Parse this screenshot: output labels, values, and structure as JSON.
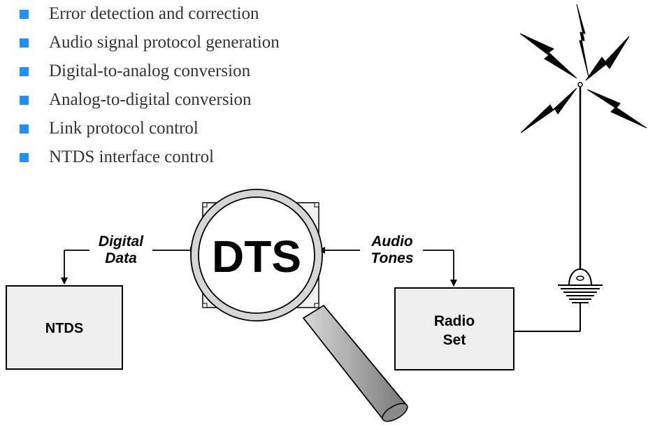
{
  "functions": [
    "Error detection and correction",
    "Audio signal protocol generation",
    "Digital-to-analog conversion",
    "Analog-to-digital conversion",
    "Link protocol control",
    "NTDS interface control"
  ],
  "diagram": {
    "center_label": "DTS",
    "left_box_label": "NTDS",
    "right_box_label_line1": "Radio",
    "right_box_label_line2": "Set",
    "left_signal_line1": "Digital",
    "left_signal_line2": "Data",
    "right_signal_line1": "Audio",
    "right_signal_line2": "Tones"
  },
  "colors": {
    "bullet": "#1e90ff",
    "box_fill": "#efefef",
    "text": "#333333"
  }
}
